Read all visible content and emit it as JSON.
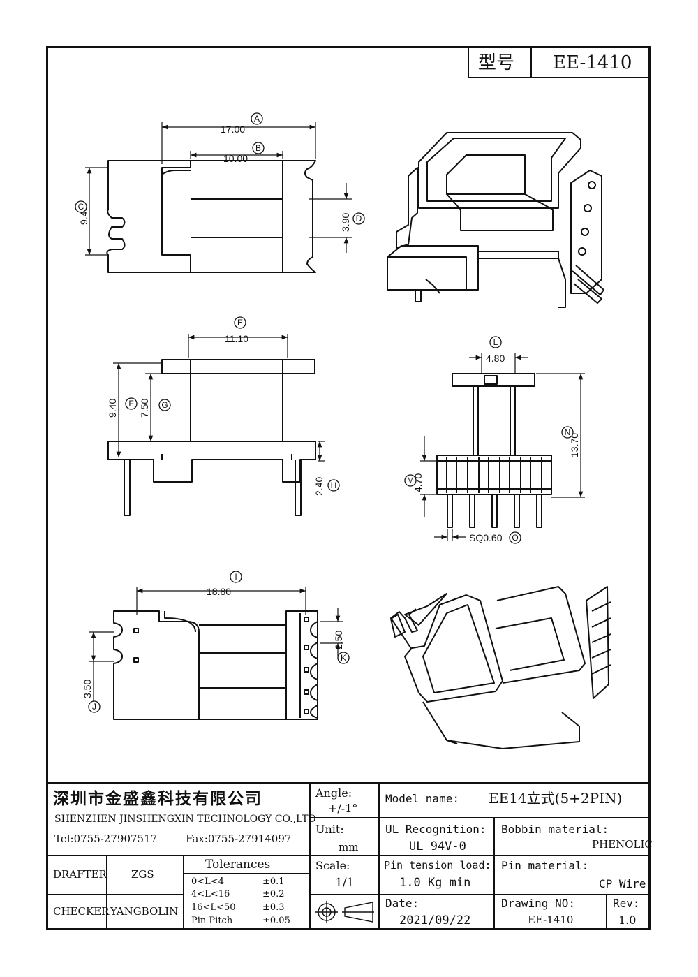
{
  "header": {
    "model_label": "型号",
    "model_value": "EE-1410"
  },
  "dimensions": {
    "A": {
      "letter": "A",
      "value": "17.00"
    },
    "B": {
      "letter": "B",
      "value": "10.00"
    },
    "C": {
      "letter": "C",
      "value": "9.40"
    },
    "D": {
      "letter": "D",
      "value": "3.90"
    },
    "E": {
      "letter": "E",
      "value": "11.10"
    },
    "F": {
      "letter": "F",
      "value": "9.40"
    },
    "G": {
      "letter": "G",
      "value": "7.50"
    },
    "H": {
      "letter": "H",
      "value": "2.40"
    },
    "L": {
      "letter": "L",
      "value": "4.80"
    },
    "N": {
      "letter": "N",
      "value": "13.70"
    },
    "M": {
      "letter": "M",
      "value": "4.70"
    },
    "O": {
      "letter": "O",
      "value": "SQ0.60"
    },
    "I": {
      "letter": "I",
      "value": "18.80"
    },
    "K": {
      "letter": "K",
      "value": "2.50"
    },
    "J": {
      "letter": "J",
      "value": "3.50"
    }
  },
  "title_block": {
    "company_cn": "深圳市金盛鑫科技有限公司",
    "company_en": "SHENZHEN JINSHENGXIN TECHNOLOGY CO.,LTD",
    "tel": "Tel:0755-27907517",
    "fax": "Fax:0755-27914097",
    "angle_label": "Angle:",
    "angle_value": "+/-1°",
    "model_name_label": "Model name:",
    "model_name_value": "EE14立式(5+2PIN)",
    "unit_label": "Unit:",
    "unit_value": "mm",
    "ul_label": "UL Recognition:",
    "ul_value": "UL 94V-0",
    "bobbin_label": "Bobbin material:",
    "bobbin_value": "PHENOLIC",
    "drafter_label": "DRAFTER",
    "drafter_value": "ZGS",
    "tolerances_label": "Tolerances",
    "tolerances": [
      {
        "range": "0<L<4",
        "value": "±0.1"
      },
      {
        "range": "4<L<16",
        "value": "±0.2"
      },
      {
        "range": "16<L<50",
        "value": "±0.3"
      },
      {
        "range": "Pin Pitch",
        "value": "±0.05"
      }
    ],
    "scale_label": "Scale:",
    "scale_value": "1/1",
    "pin_tension_label": "Pin tension load:",
    "pin_tension_value": "1.0 Kg min",
    "pin_material_label": "Pin material:",
    "pin_material_value": "CP Wire",
    "checker_label": "CHECKER",
    "checker_value": "YANGBOLIN",
    "date_label": "Date:",
    "date_value": "2021/09/22",
    "drawing_no_label": "Drawing NO:",
    "drawing_no_value": "EE-1410",
    "rev_label": "Rev:",
    "rev_value": "1.0"
  }
}
